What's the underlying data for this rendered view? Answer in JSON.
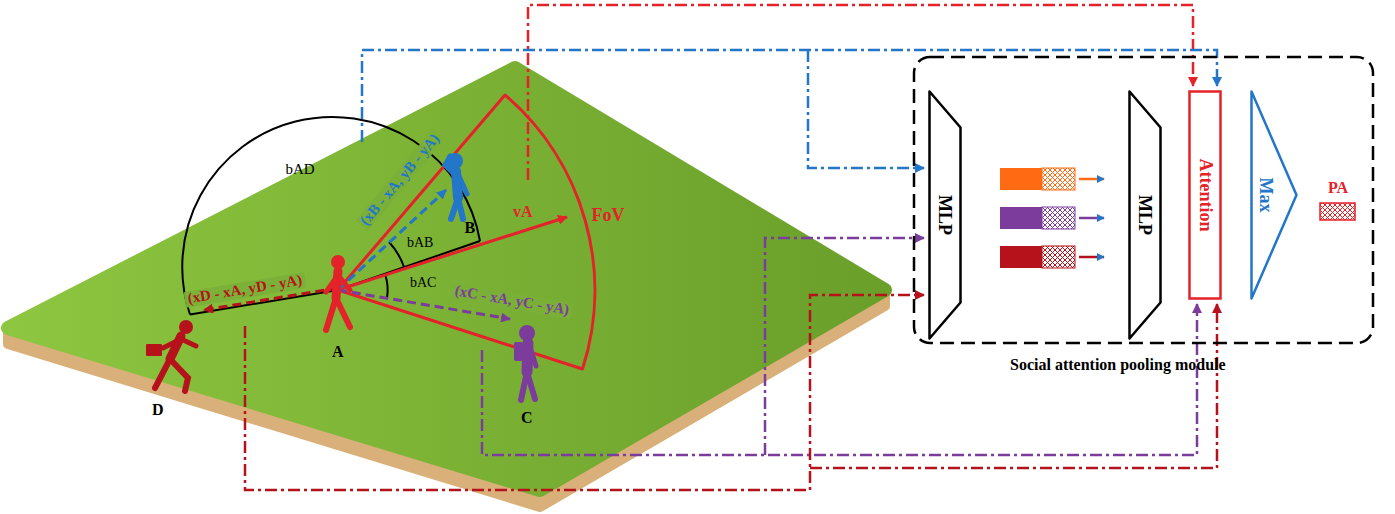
{
  "diagram": {
    "nodes": [
      {
        "text": [
          "Social attention pooling module"
        ]
      },
      {
        "text": [
          "MLP"
        ],
        "in": 0
      },
      {
        "text": [
          "MLP"
        ],
        "in": 0
      },
      {
        "text": [
          "Attention"
        ],
        "in": 0
      },
      {
        "text": [
          "Max"
        ],
        "in": 0
      }
    ],
    "labels": [
      "bAD",
      "vA",
      "FoV",
      "(xB - xA, yB - yA)",
      "bAB",
      "B",
      "(xD - xA, yD - yA)",
      "bAC",
      "(xC - xA, yC - yA)",
      "A",
      "D",
      "C",
      "PA"
    ]
  }
}
